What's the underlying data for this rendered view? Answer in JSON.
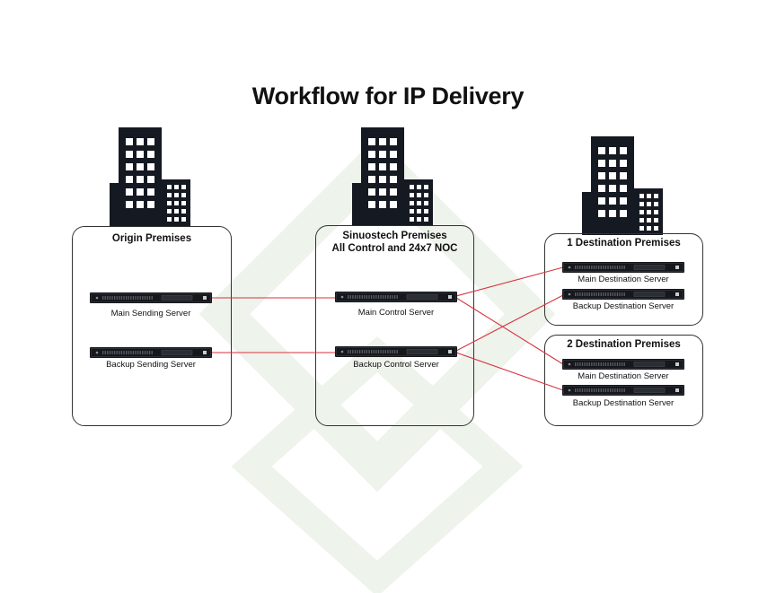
{
  "title": "Workflow for IP Delivery",
  "colors": {
    "link": "#d8323c",
    "building": "#151922",
    "watermark": "#eef3ec",
    "server": "#16181c",
    "border": "#333333"
  },
  "icons": {
    "building": "office-building-icon",
    "server": "rack-server-icon"
  },
  "premises": {
    "origin": {
      "title": "Origin Premises",
      "main_server": "Main Sending Server",
      "backup_server": "Backup Sending Server"
    },
    "sinuostech": {
      "title_line1": "Sinuostech Premises",
      "title_line2": "All Control and 24x7 NOC",
      "main_server": "Main Control Server",
      "backup_server": "Backup Control Server"
    },
    "destination1": {
      "title": "1 Destination Premises",
      "main_server": "Main Destination Server",
      "backup_server": "Backup Destination Server"
    },
    "destination2": {
      "title": "2 Destination Premises",
      "main_server": "Main Destination Server",
      "backup_server": "Backup Destination Server"
    }
  }
}
